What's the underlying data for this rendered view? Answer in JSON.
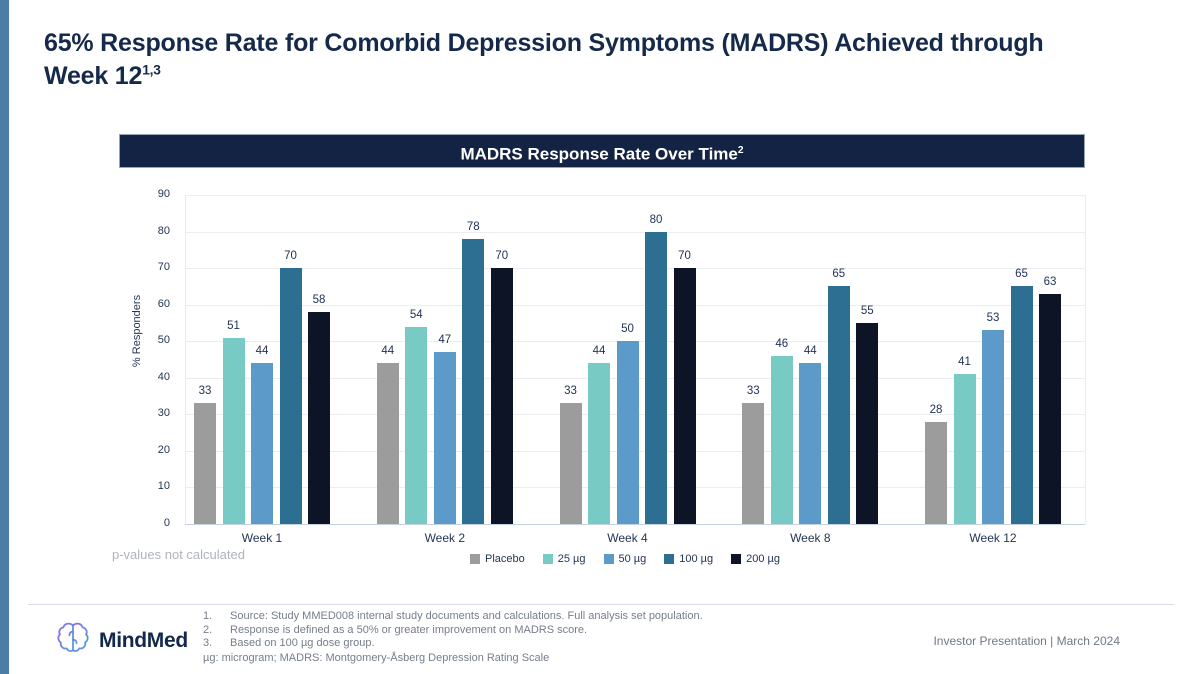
{
  "page": {
    "title_line1": "65% Response Rate for Comorbid Depression Symptoms (MADRS) Achieved through",
    "title_line2": "Week 12",
    "title_superscript": "1,3"
  },
  "chart": {
    "header": "MADRS Response Rate Over Time",
    "header_superscript": "2",
    "note": "p-values not calculated"
  },
  "chart_data": {
    "type": "bar",
    "title": "MADRS Response Rate Over Time",
    "categories": [
      "Week 1",
      "Week 2",
      "Week 4",
      "Week 8",
      "Week 12"
    ],
    "series": [
      {
        "name": "Placebo",
        "color": "#9C9C9C",
        "values": [
          33,
          44,
          33,
          33,
          28
        ]
      },
      {
        "name": "25 µg",
        "color": "#78CBC4",
        "values": [
          51,
          54,
          44,
          46,
          41
        ]
      },
      {
        "name": "50 µg",
        "color": "#5C9BC9",
        "values": [
          44,
          47,
          50,
          44,
          53
        ]
      },
      {
        "name": "100 µg",
        "color": "#2C6F93",
        "values": [
          70,
          78,
          80,
          65,
          65
        ]
      },
      {
        "name": "200 µg",
        "color": "#0C1425",
        "values": [
          58,
          70,
          70,
          55,
          63
        ]
      }
    ],
    "ylabel": "% Responders",
    "ylim": [
      0,
      90
    ],
    "ytick_step": 10,
    "grid": true,
    "legend_position": "bottom"
  },
  "footer": {
    "logo_text": "MindMed",
    "footnotes": [
      {
        "num": "1.",
        "text": "Source: Study MMED008 internal study documents and calculations. Full analysis set population."
      },
      {
        "num": "2.",
        "text": "Response is defined as a 50% or greater improvement on MADRS score."
      },
      {
        "num": "3.",
        "text": "Based on 100 µg dose group."
      }
    ],
    "abbreviation": "µg: microgram; MADRS: Montgomery-Åsberg Depression Rating Scale",
    "right_text": "Investor Presentation | March 2024"
  }
}
